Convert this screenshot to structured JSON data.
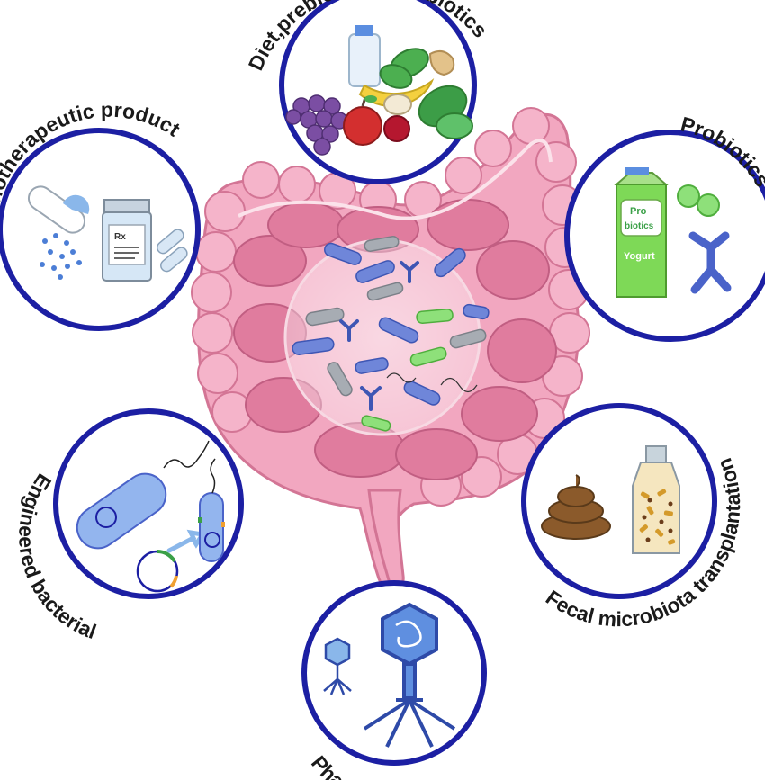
{
  "labels": {
    "diet": "Diet,prebiotics, postbiotics",
    "biotherapeutic": "Live biotherapeutic product",
    "probiotics": "Probiotics",
    "engineered": "Engineered bacterial",
    "fecal": "Fecal microbiota transplantation",
    "phage": "Phage therapy"
  },
  "carton": {
    "word1": "Pro",
    "word2": "biotics",
    "word3": "Yogurt"
  },
  "rx_label": "Rx",
  "colors": {
    "ring": "#1c1fa3",
    "intestine": "#f0a3bd",
    "intestine_dark": "#e0809f",
    "bacteria_blue": "#6f86d9",
    "bacteria_gray": "#a7acb3",
    "bacteria_green": "#8ee07a",
    "phage": "#3b5bbf"
  }
}
